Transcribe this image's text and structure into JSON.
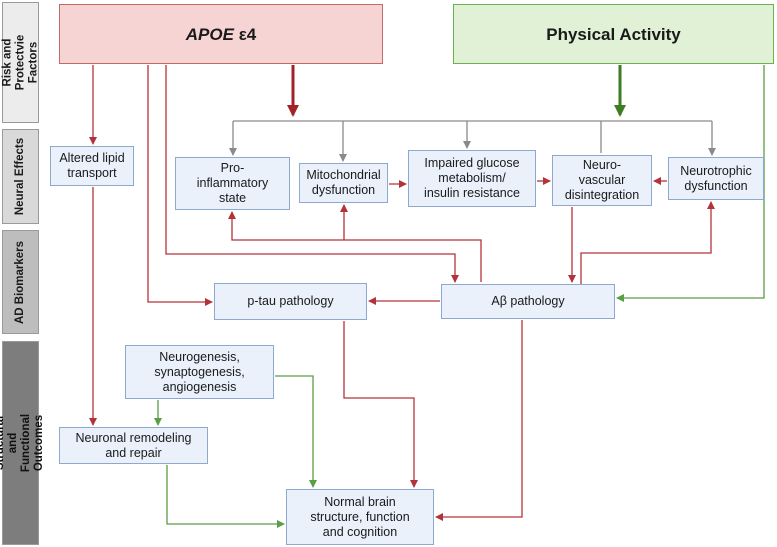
{
  "sidebar": {
    "risk_protective": "Risk and\nProtectvie Factors",
    "neural_effects": "Neural Effects",
    "ad_biomarkers": "AD Biomarkers",
    "structural_functional": "Structural and Functional\nOutcomes"
  },
  "factors": {
    "apoe": "APOE",
    "apoe_suffix": " ε4",
    "physical_activity": "Physical Activity"
  },
  "neural_effects": {
    "lipid": "Altered lipid\ntransport",
    "proinflammatory": "Pro-\ninflammatory\nstate",
    "mitochondrial": "Mitochondrial\ndysfunction",
    "glucose": "Impaired glucose\nmetabolism/\ninsulin resistance",
    "neurovascular": "Neuro-\nvascular\ndisintegration",
    "neurotrophic": "Neurotrophic\ndysfunction"
  },
  "biomarkers": {
    "ptau": "p-tau pathology",
    "abeta": "Aβ pathology"
  },
  "outcomes": {
    "neurogenesis": "Neurogenesis,\nsynaptogenesis,\nangiogenesis",
    "remodeling": "Neuronal remodeling\nand repair",
    "normal": "Normal brain\nstructure, function\nand cognition"
  },
  "colors": {
    "red": "#b3333a",
    "green": "#5a9e46",
    "gray": "#8a8a8a",
    "dark_red": "#a12328",
    "dark_green": "#3d7d23"
  }
}
